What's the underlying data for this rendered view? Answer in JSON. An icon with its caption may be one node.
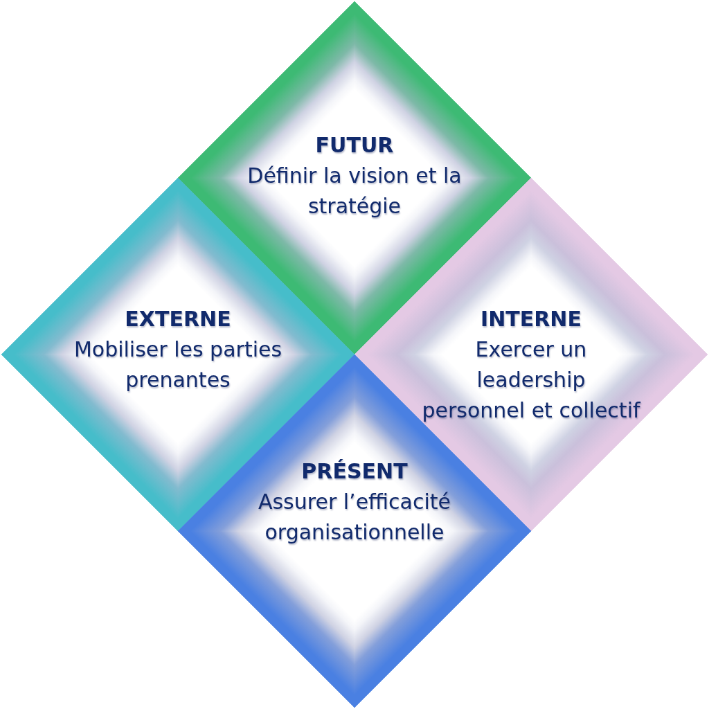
{
  "diagram": {
    "nodes": [
      {
        "text": [
          "FUTUR",
          "Définir la vision et la stratégie"
        ]
      },
      {
        "text": [
          "EXTERNE",
          "Mobiliser les parties prenantes"
        ]
      },
      {
        "text": [
          "INTERNE",
          "Exercer un leadership personnel et collectif"
        ]
      },
      {
        "text": [
          "PRÉSENT",
          "Assurer l’efficacité organisationnelle"
        ]
      }
    ]
  }
}
